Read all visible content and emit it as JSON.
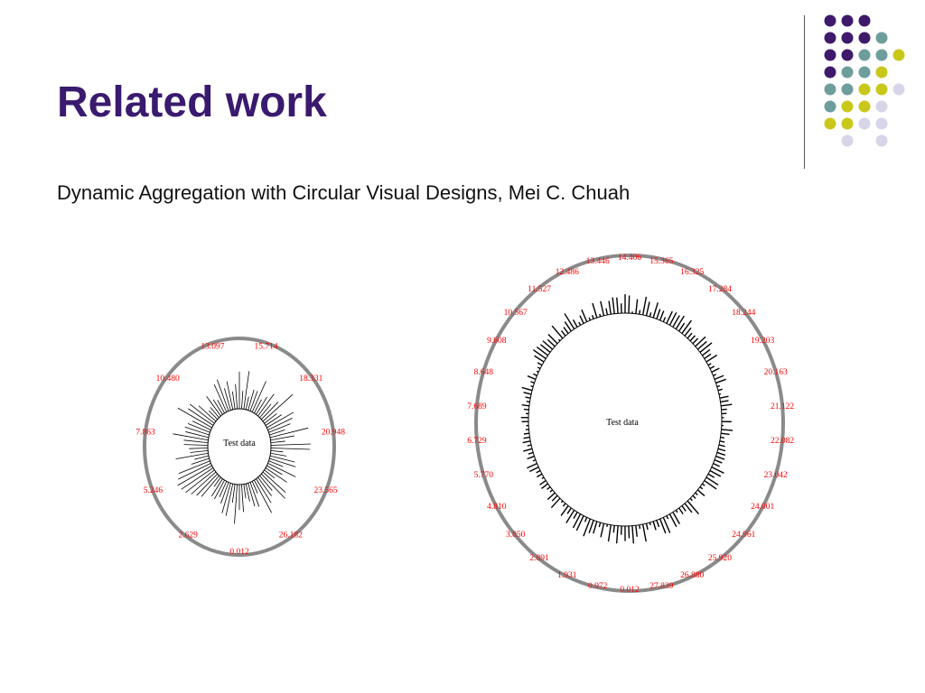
{
  "slide": {
    "title": "Related work",
    "subtitle": "Dynamic Aggregation with Circular Visual Designs, Mei C. Chuah"
  },
  "colors": {
    "title": "#3a1a6e",
    "dot_purple": "#3f1a6b",
    "dot_teal": "#6d9e9c",
    "dot_yellow": "#c9c81a",
    "dot_lavender": "#d6d6e8",
    "ring": "#888888",
    "label": "#ff0000"
  },
  "decoration": {
    "dot_grid": [
      [
        "purple",
        "purple",
        "purple",
        "",
        "",
        ""
      ],
      [
        "purple",
        "purple",
        "purple",
        "teal",
        "",
        ""
      ],
      [
        "purple",
        "purple",
        "teal",
        "teal",
        "yellow",
        ""
      ],
      [
        "purple",
        "teal",
        "teal",
        "yellow",
        "",
        ""
      ],
      [
        "teal",
        "teal",
        "yellow",
        "yellow",
        "lavender",
        ""
      ],
      [
        "teal",
        "yellow",
        "yellow",
        "lavender",
        "",
        ""
      ],
      [
        "yellow",
        "yellow",
        "lavender",
        "lavender",
        "",
        ""
      ],
      [
        "",
        "lavender",
        "",
        "lavender",
        "",
        ""
      ]
    ]
  },
  "figures": [
    {
      "center_label": "Test data",
      "labels": [
        "0.012",
        "2.629",
        "5.246",
        "7.863",
        "10.480",
        "13.097",
        "15.714",
        "18.331",
        "20.948",
        "23.565",
        "26.182"
      ]
    },
    {
      "center_label": "Test data",
      "labels": [
        "0.012",
        "0.972",
        "1.931",
        "2.891",
        "3.850",
        "4.810",
        "5.770",
        "6.729",
        "7.689",
        "8.648",
        "9.608",
        "10.567",
        "11.527",
        "12.486",
        "13.446",
        "14.406",
        "15.365",
        "16.325",
        "17.284",
        "18.244",
        "19.203",
        "20.163",
        "21.122",
        "22.082",
        "23.042",
        "24.001",
        "24.961",
        "25.920",
        "26.880",
        "27.839"
      ]
    }
  ]
}
